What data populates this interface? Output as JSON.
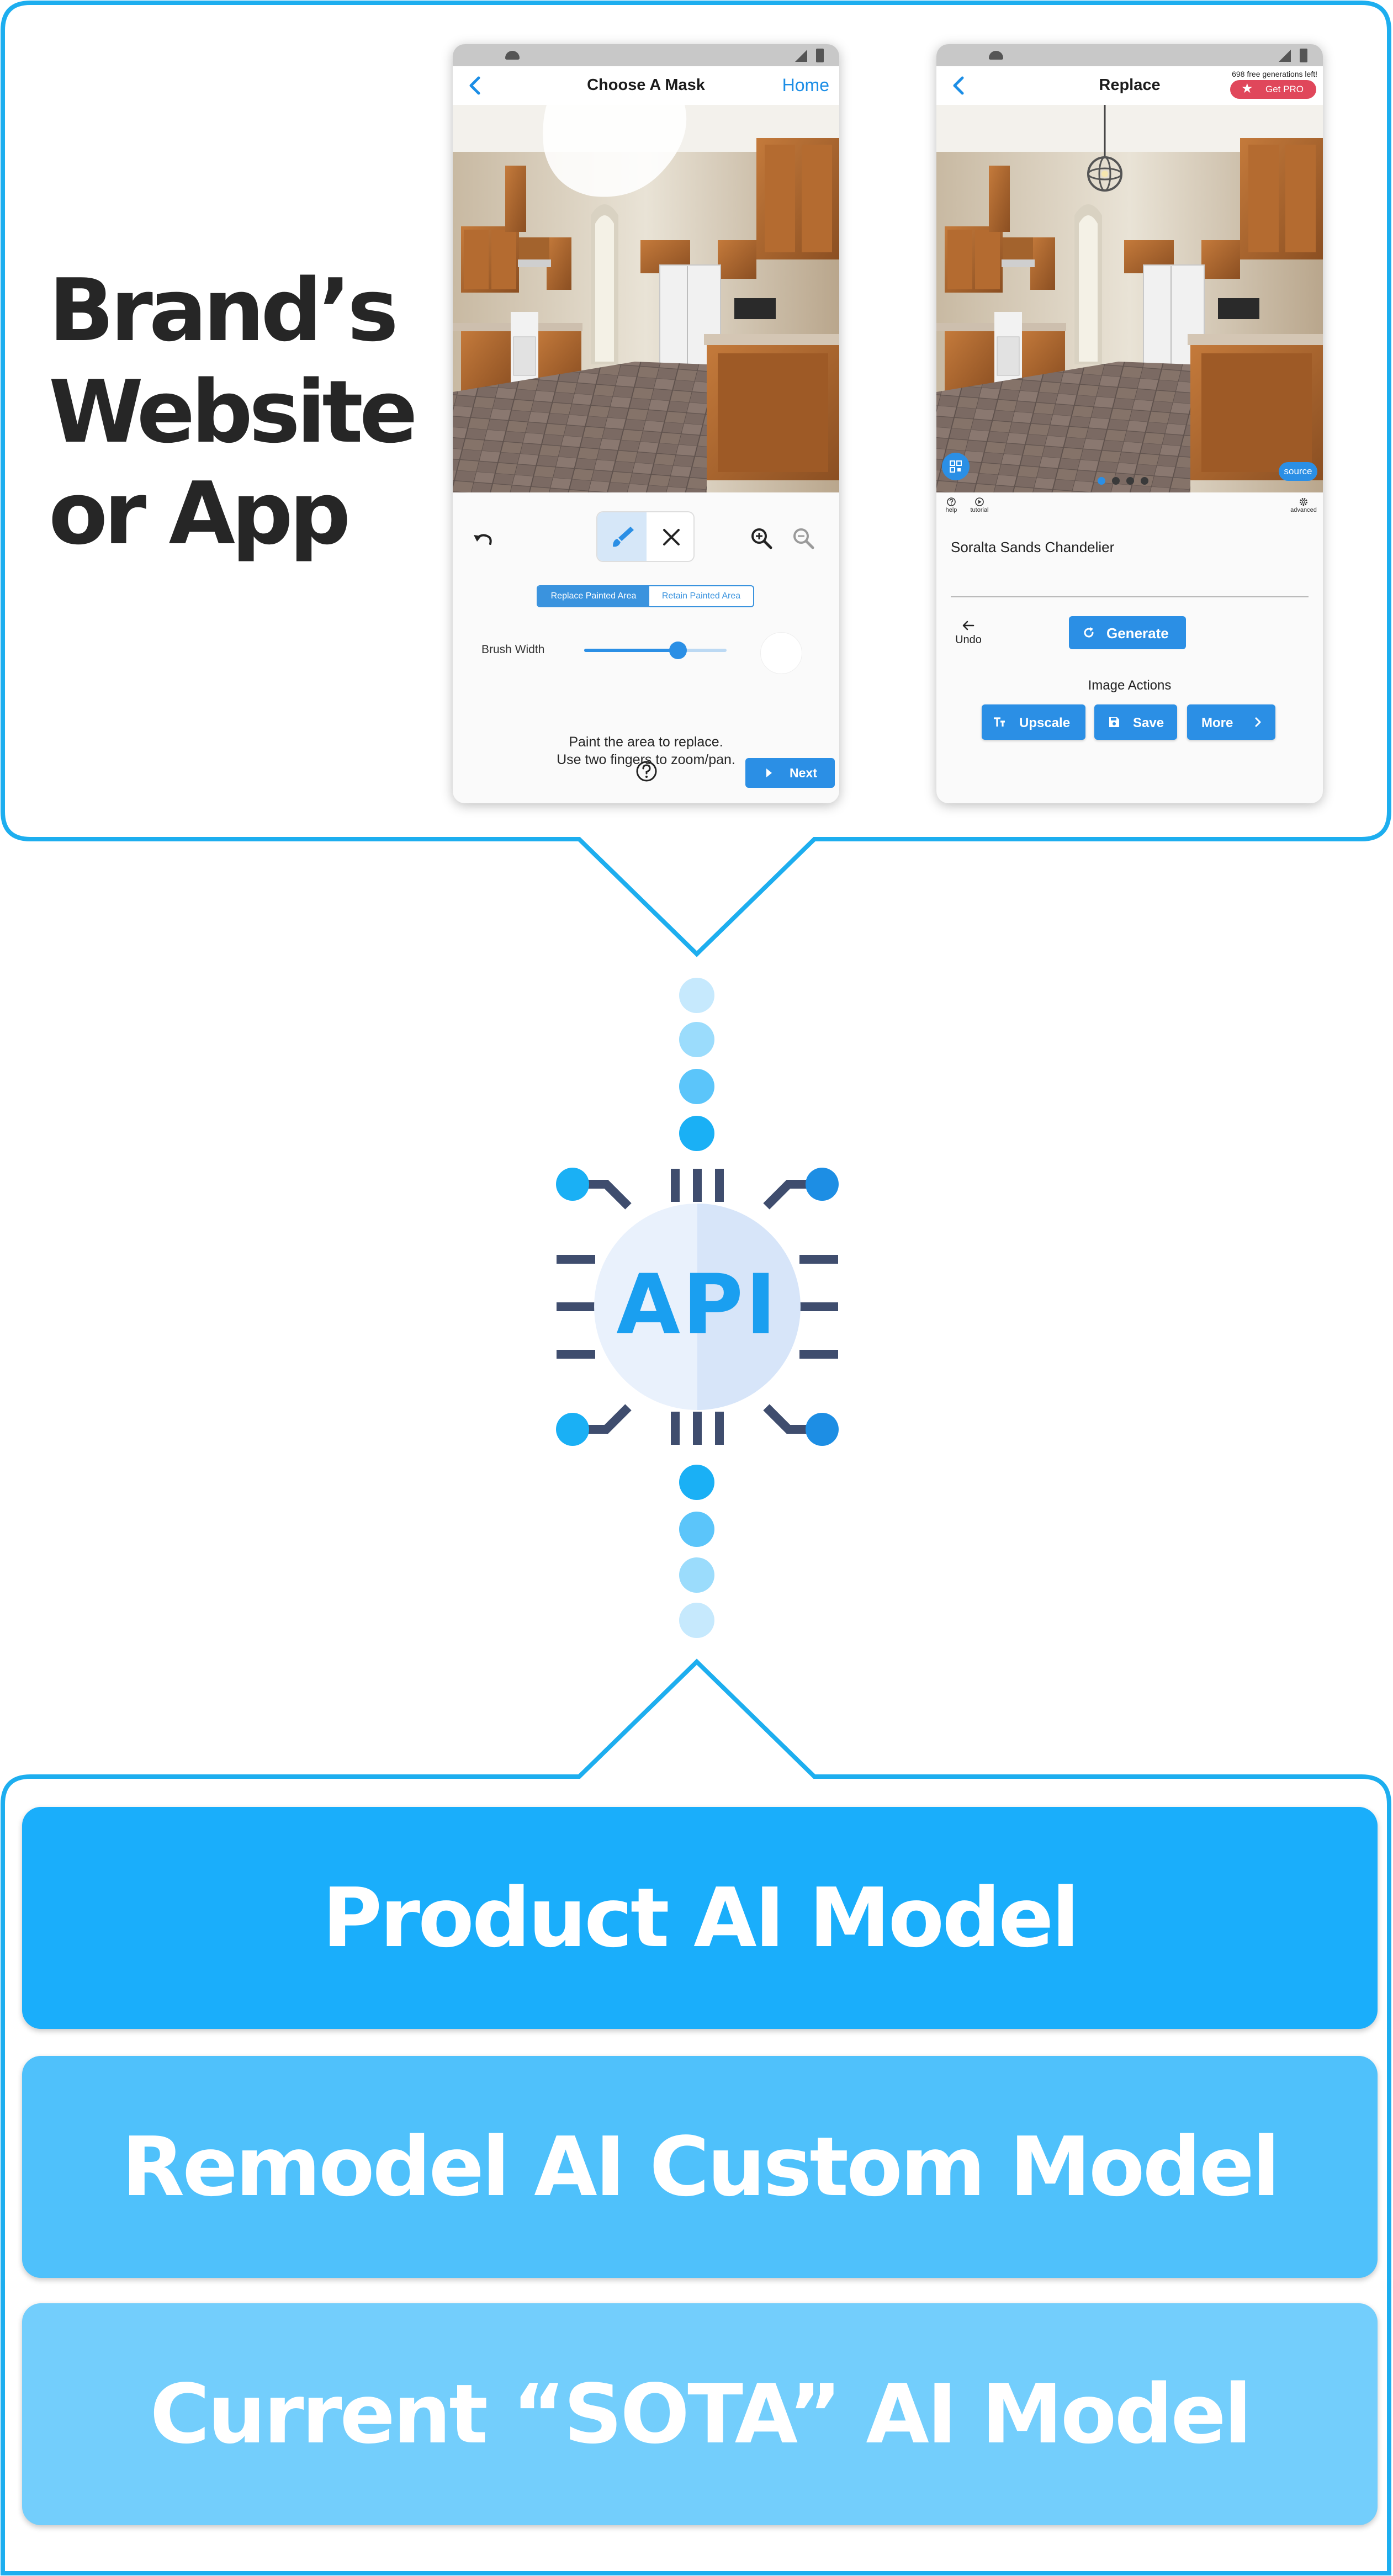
{
  "colors": {
    "frame_blue": "#1daeef",
    "app_blue": "#2b8fe5",
    "headline": "#262626",
    "chip_dark": "#3f4d6e",
    "model_bar_1": "#1aaefb",
    "model_bar_2": "#4fc1fb",
    "model_bar_3": "#73cefc",
    "pro_red": "#e0475b"
  },
  "headline": {
    "line1": "Brand’s",
    "line2": "Website",
    "line3": "or App"
  },
  "mask_screen": {
    "title": "Choose A Mask",
    "home_link": "Home",
    "back_icon": "chevron-left-icon",
    "tools": [
      "undo-icon",
      "brush-icon",
      "close-icon",
      "zoom-in-icon",
      "zoom-out-icon"
    ],
    "mode_selected": "Replace Painted Area",
    "mode_other": "Retain Painted Area",
    "brush_label": "Brush Width",
    "brush_width_fraction": 0.66,
    "instruction_line1": "Paint the area to replace.",
    "instruction_line2": "Use two fingers to zoom/pan.",
    "help_icon": "help-circle-icon",
    "next_label": "Next"
  },
  "replace_screen": {
    "title": "Replace",
    "free_generations": "698 free generations left!",
    "pro_label": "Get PRO",
    "source_label": "source",
    "carousel_page": 1,
    "carousel_total": 4,
    "help_label": "help",
    "tutorial_label": "tutorial",
    "advanced_label": "advanced",
    "prompt_text": "Soralta Sands Chandelier",
    "undo_label": "Undo",
    "generate_label": "Generate",
    "image_actions_label": "Image Actions",
    "upscale_label": "Upscale",
    "save_label": "Save",
    "more_label": "More"
  },
  "api": {
    "label": "API"
  },
  "models": [
    {
      "label": "Product AI Model"
    },
    {
      "label": "Remodel AI Custom Model"
    },
    {
      "label": "Current “SOTA” AI Model"
    }
  ]
}
